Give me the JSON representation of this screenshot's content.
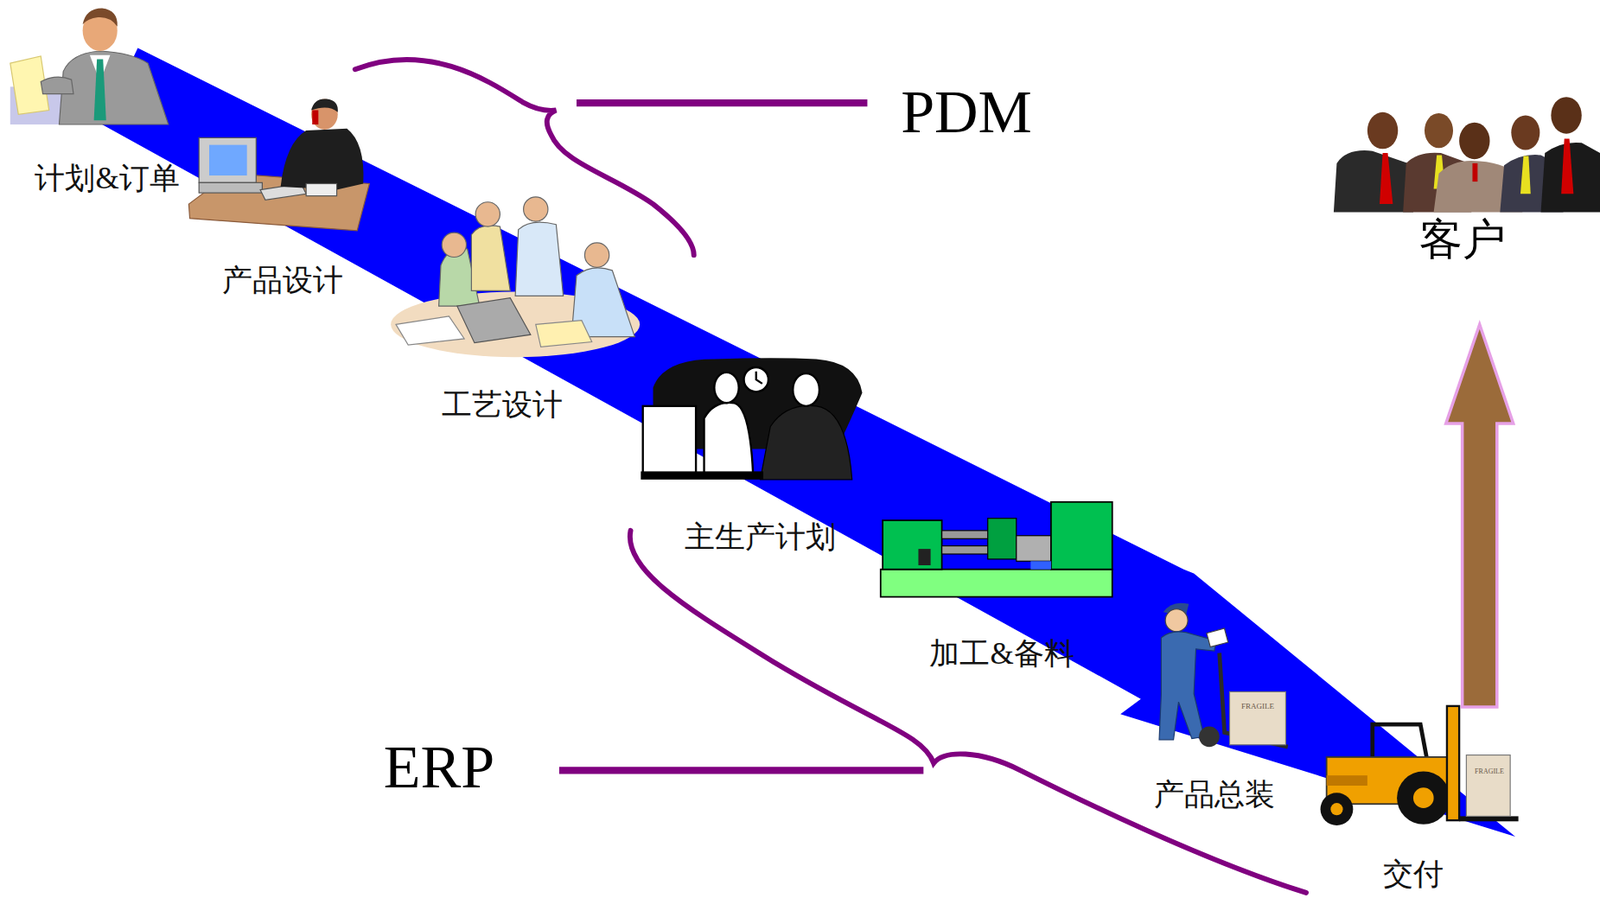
{
  "diagram": {
    "labels": [
      "计划&订单",
      "产品设计",
      "工艺设计",
      "主生产计划",
      "加工&备料",
      "产品总装",
      "交付",
      "客户",
      "PDM",
      "ERP",
      "FRAGILE",
      "FRAGILE"
    ]
  }
}
